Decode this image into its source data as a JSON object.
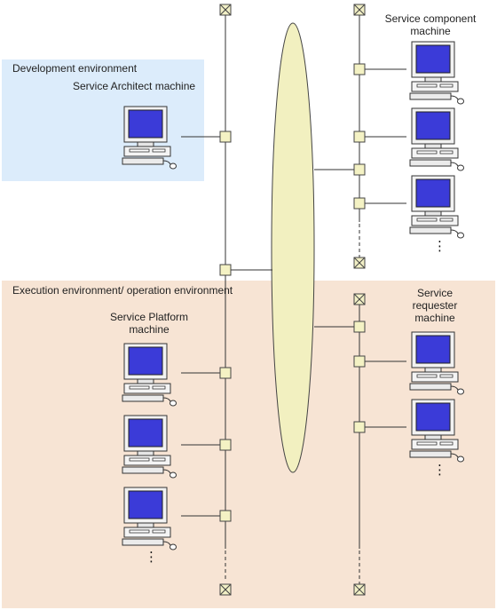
{
  "colors": {
    "dev_zone": "#dcecfb",
    "exec_zone": "#f7e4d4",
    "network": "#f2f0c0",
    "node": "#f4f2c4",
    "screen": "#3a3ad4",
    "body": "#f3f3f3",
    "line": "#333333"
  },
  "zones": {
    "development": {
      "label": "Development environment"
    },
    "execution": {
      "label": "Execution environment/ operation environment"
    }
  },
  "machines": {
    "architect": {
      "label": "Service Architect machine"
    },
    "component": {
      "label": "Service component\nmachine"
    },
    "platform": {
      "label": "Service Platform\nmachine"
    },
    "requester": {
      "label": "Service\nrequester\nmachine"
    }
  },
  "icons": {
    "computer": "desktop-computer-icon",
    "connector": "connector-node-icon",
    "terminator": "bus-terminator-icon",
    "network": "network-ellipse-icon",
    "more": "vertical-ellipsis-icon"
  },
  "ellipsis": "⋮"
}
